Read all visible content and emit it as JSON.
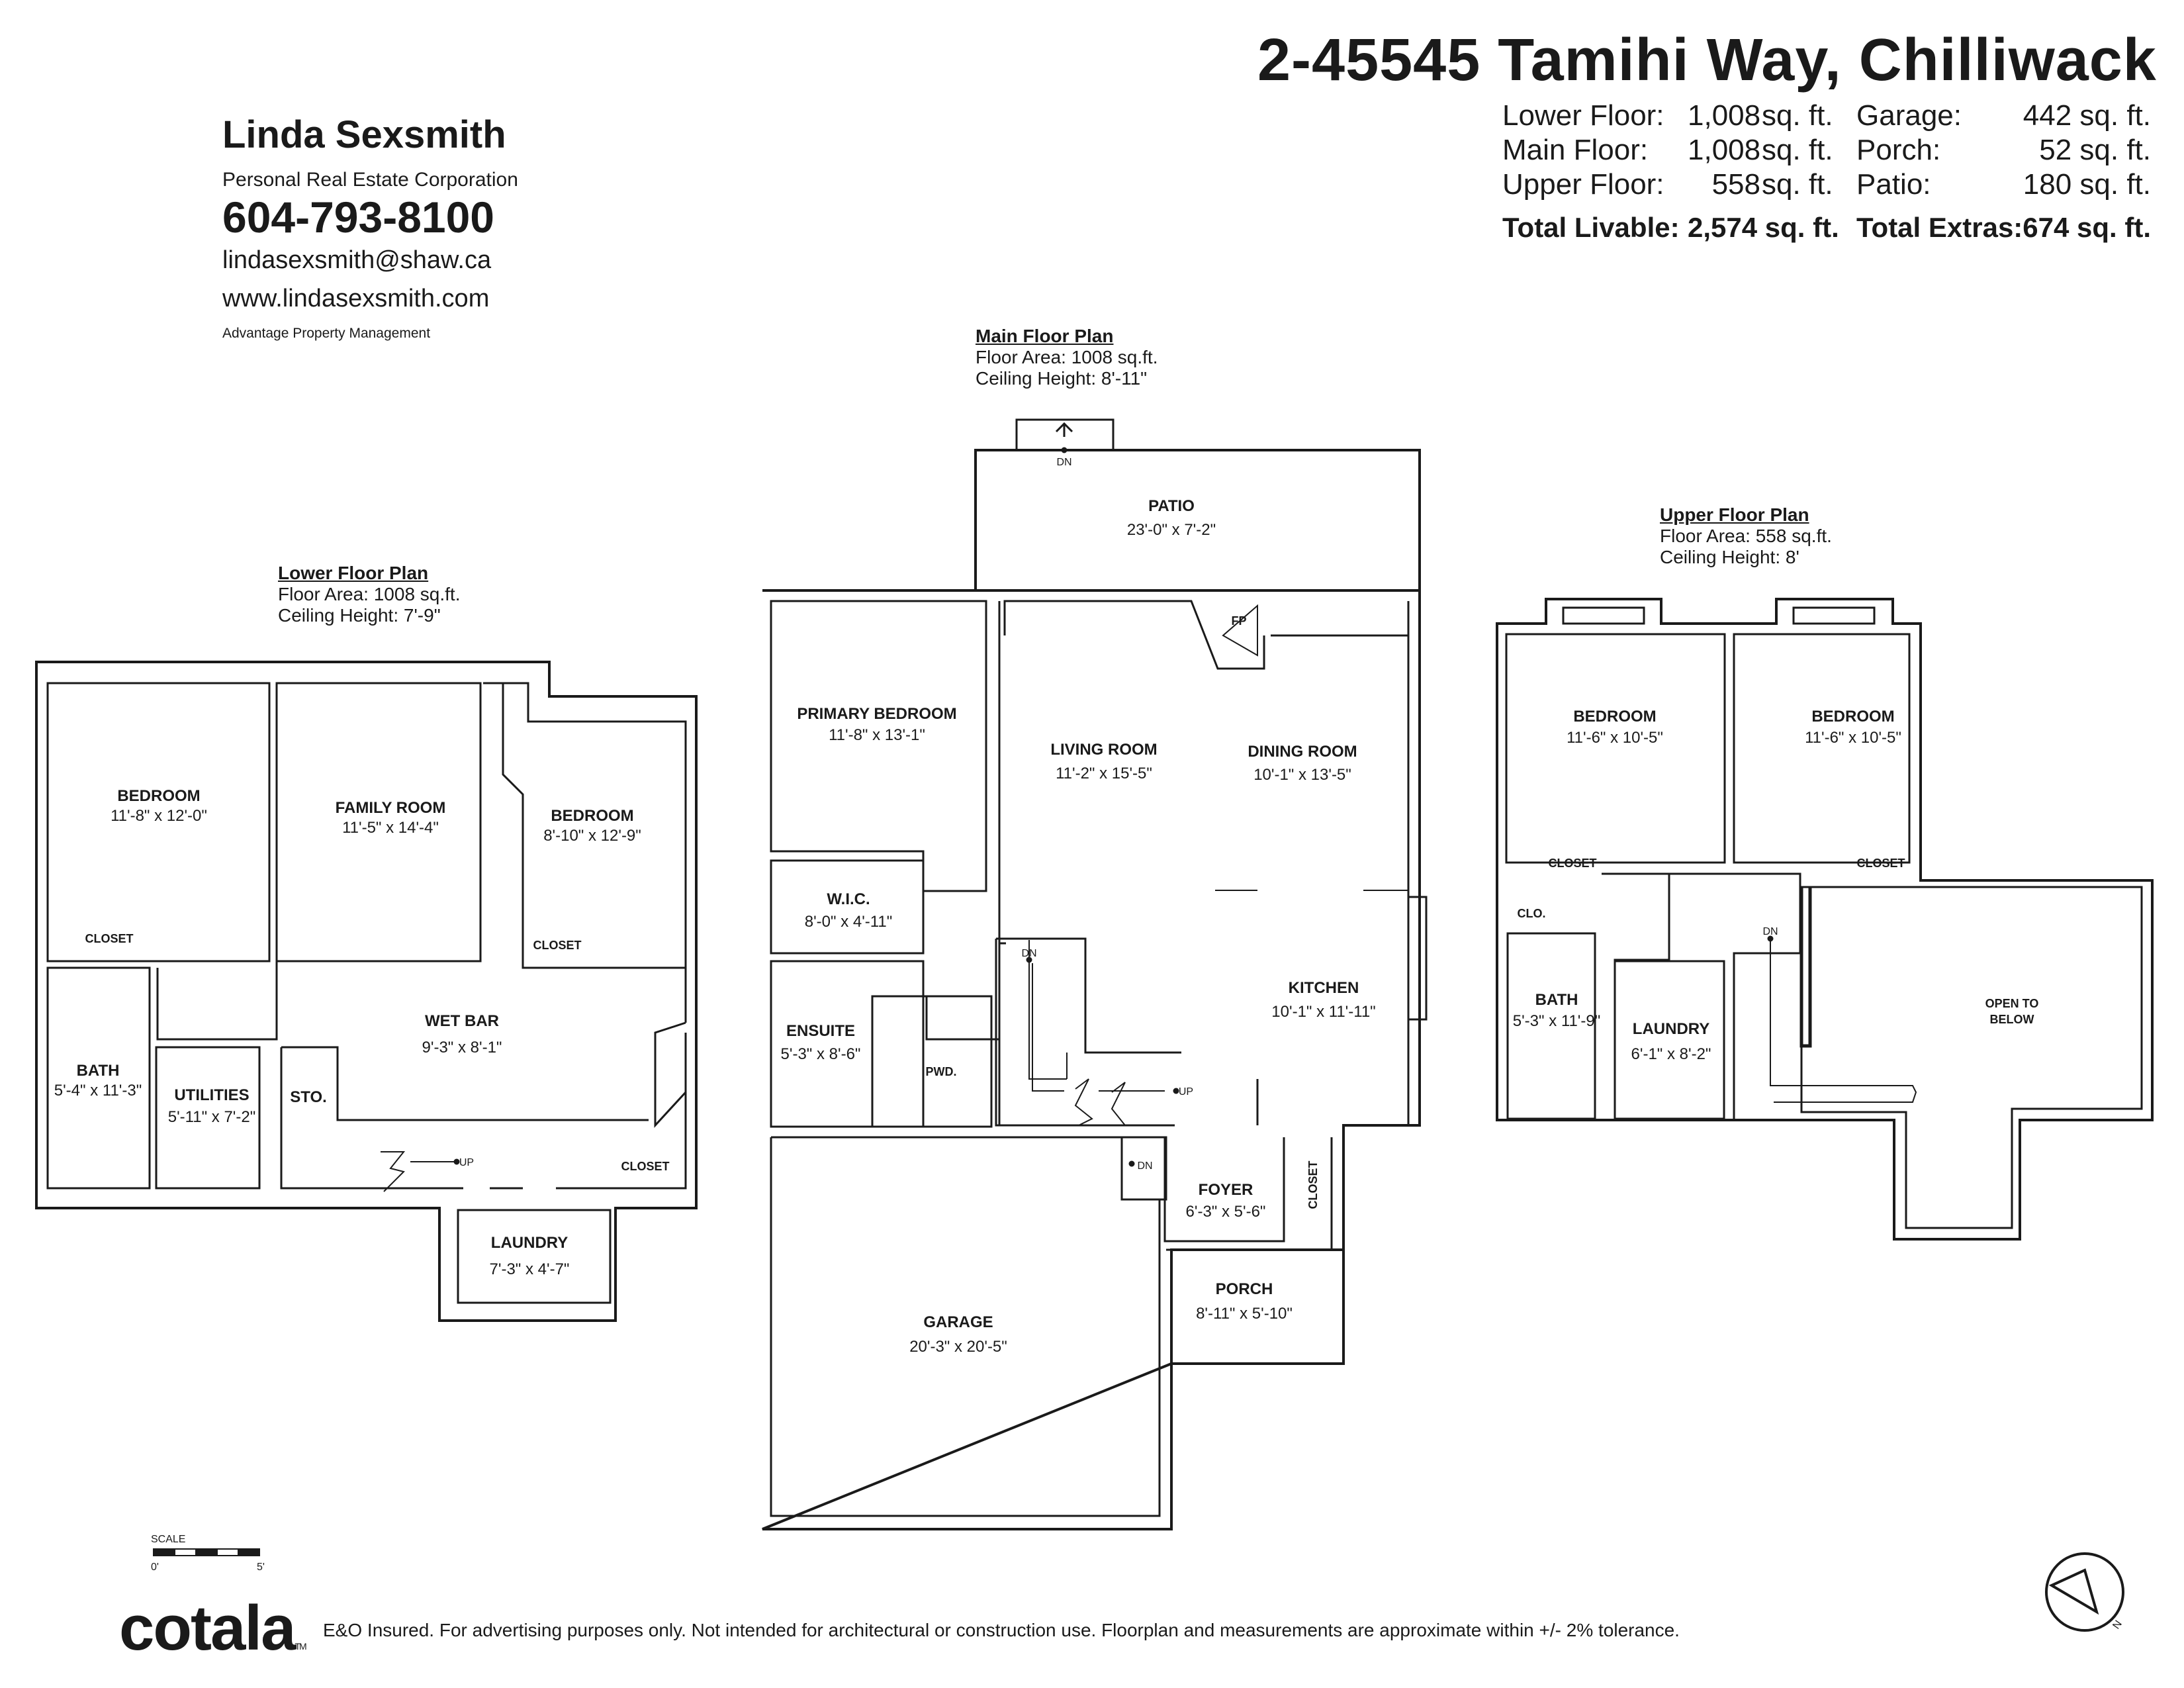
{
  "header": {
    "address": "2-45545 Tamihi Way, Chilliwack",
    "areas": [
      {
        "label": "Lower Floor:",
        "value": "1,008",
        "unit": "sq. ft."
      },
      {
        "label": "Main Floor:",
        "value": "1,008",
        "unit": "sq. ft."
      },
      {
        "label": "Upper Floor:",
        "value": "558",
        "unit": "sq. ft."
      }
    ],
    "extras": [
      {
        "label": "Garage:",
        "value": "442 sq. ft."
      },
      {
        "label": "Porch:",
        "value": "52 sq. ft."
      },
      {
        "label": "Patio:",
        "value": "180 sq. ft."
      }
    ],
    "total_livable_label": "Total Livable:",
    "total_livable_value": "2,574 sq. ft.",
    "total_extras_label": "Total Extras:",
    "total_extras_value": "674 sq. ft."
  },
  "agent": {
    "name": "Linda Sexsmith",
    "corporation": "Personal Real Estate Corporation",
    "phone": "604-793-8100",
    "email": "lindasexsmith@shaw.ca",
    "website": "www.lindasexsmith.com",
    "company": "Advantage Property Management"
  },
  "plans": {
    "lower": {
      "title": "Lower Floor Plan",
      "area": "Floor Area: 1008 sq.ft.",
      "ceiling": "Ceiling Height: 7'-9\""
    },
    "main": {
      "title": "Main Floor Plan",
      "area": "Floor Area: 1008 sq.ft.",
      "ceiling": "Ceiling Height: 8'-11\""
    },
    "upper": {
      "title": "Upper Floor Plan",
      "area": "Floor Area: 558 sq.ft.",
      "ceiling": "Ceiling Height: 8'"
    }
  },
  "rooms": {
    "lower": {
      "bedroom1": {
        "name": "BEDROOM",
        "dim": "11'-8\" x 12'-0\""
      },
      "family": {
        "name": "FAMILY ROOM",
        "dim": "11'-5\" x 14'-4\""
      },
      "bedroom2": {
        "name": "BEDROOM",
        "dim": "8'-10\" x 12'-9\""
      },
      "closet1": "CLOSET",
      "closet2": "CLOSET",
      "closet3": "CLOSET",
      "wetbar": {
        "name": "WET BAR",
        "dim": "9'-3\" x 8'-1\""
      },
      "bath": {
        "name": "BATH",
        "dim": "5'-4\" x 11'-3\""
      },
      "utilities": {
        "name": "UTILITIES",
        "dim": "5'-11\" x 7'-2\""
      },
      "sto": "STO.",
      "laundry": {
        "name": "LAUNDRY",
        "dim": "7'-3\" x 4'-7\""
      },
      "up": "UP"
    },
    "main": {
      "patio": {
        "name": "PATIO",
        "dim": "23'-0\" x 7'-2\""
      },
      "primary": {
        "name": "PRIMARY BEDROOM",
        "dim": "11'-8\" x 13'-1\""
      },
      "living": {
        "name": "LIVING ROOM",
        "dim": "11'-2\" x 15'-5\""
      },
      "dining": {
        "name": "DINING ROOM",
        "dim": "10'-1\" x 13'-5\""
      },
      "wic": {
        "name": "W.I.C.",
        "dim": "8'-0\" x 4'-11\""
      },
      "ensuite": {
        "name": "ENSUITE",
        "dim": "5'-3\" x 8'-6\""
      },
      "pwd": "PWD.",
      "kitchen": {
        "name": "KITCHEN",
        "dim": "10'-1\" x 11'-11\""
      },
      "foyer": {
        "name": "FOYER",
        "dim": "6'-3\" x 5'-6\""
      },
      "closet": "CLOSET",
      "porch": {
        "name": "PORCH",
        "dim": "8'-11\" x 5'-10\""
      },
      "garage": {
        "name": "GARAGE",
        "dim": "20'-3\" x 20'-5\""
      },
      "fp": "FP",
      "dn1": "DN",
      "dn2": "DN",
      "dn3": "DN",
      "up": "UP"
    },
    "upper": {
      "bedroom1": {
        "name": "BEDROOM",
        "dim": "11'-6\" x 10'-5\""
      },
      "bedroom2": {
        "name": "BEDROOM",
        "dim": "11'-6\" x 10'-5\""
      },
      "closet1": "CLOSET",
      "closet2": "CLOSET",
      "clo": "CLO.",
      "bath": {
        "name": "BATH",
        "dim": "5'-3\" x 11'-9\""
      },
      "laundry": {
        "name": "LAUNDRY",
        "dim": "6'-1\" x 8'-2\""
      },
      "open": [
        "OPEN TO",
        "BELOW"
      ],
      "dn": "DN"
    }
  },
  "scale": {
    "label": "SCALE",
    "start": "0'",
    "end": "5'"
  },
  "footer": {
    "logo": "cotala",
    "logo_tm": "TM",
    "disclaimer": "E&O Insured. For advertising purposes only. Not intended for architectural or construction use. Floorplan and measurements are approximate within +/- 2% tolerance."
  },
  "compass": {
    "label": "N"
  }
}
